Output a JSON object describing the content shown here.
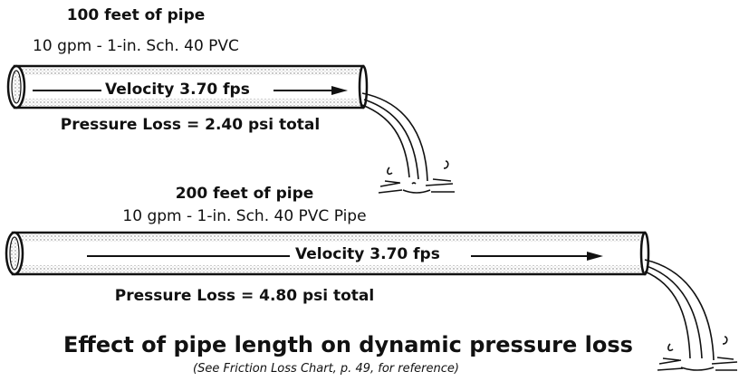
{
  "diagram": {
    "top": {
      "title": "100 feet of pipe",
      "subtitle": "10 gpm - 1-in. Sch. 40 PVC",
      "velocity": "Velocity 3.70 fps",
      "pressure_loss": "Pressure Loss = 2.40 psi total"
    },
    "bottom": {
      "title": "200 feet of pipe",
      "subtitle": "10 gpm - 1-in. Sch. 40 PVC Pipe",
      "velocity": "Velocity 3.70 fps",
      "pressure_loss": "Pressure Loss = 4.80 psi total"
    },
    "caption": "Effect of pipe length on dynamic pressure loss",
    "reference": "(See Friction Loss Chart, p. 49, for reference)"
  }
}
